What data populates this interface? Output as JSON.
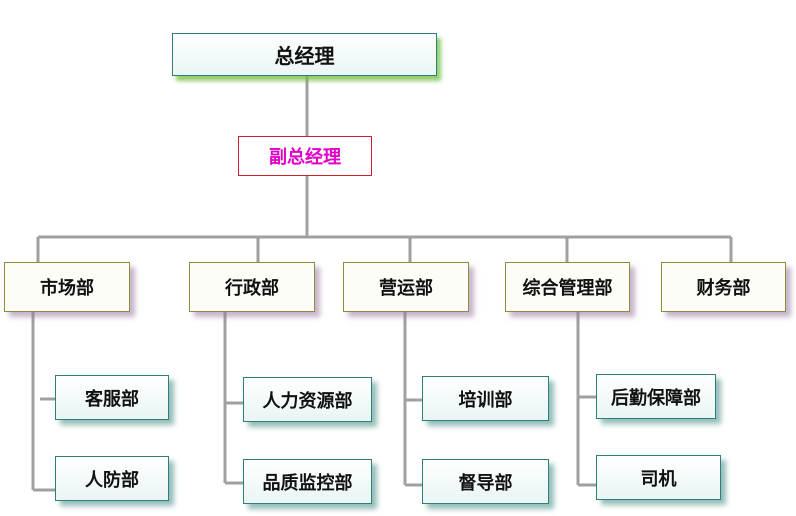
{
  "org_chart": {
    "general_manager": "总经理",
    "deputy_manager": "副总经理",
    "departments": [
      {
        "name": "市场部",
        "units": [
          "客服部",
          "人防部"
        ]
      },
      {
        "name": "行政部",
        "units": [
          "人力资源部",
          "品质监控部"
        ]
      },
      {
        "name": "营运部",
        "units": [
          "培训部",
          "督导部"
        ]
      },
      {
        "name": "综合管理部",
        "units": [
          "后勤保障部",
          "司机"
        ]
      },
      {
        "name": "财务部",
        "units": []
      }
    ]
  },
  "colors": {
    "connector": "#a0a0a0",
    "deputy_text": "#e000c8",
    "deputy_border": "#d21f2f",
    "top_border": "#2f7e7a",
    "dept_border": "#8e8a3e"
  }
}
